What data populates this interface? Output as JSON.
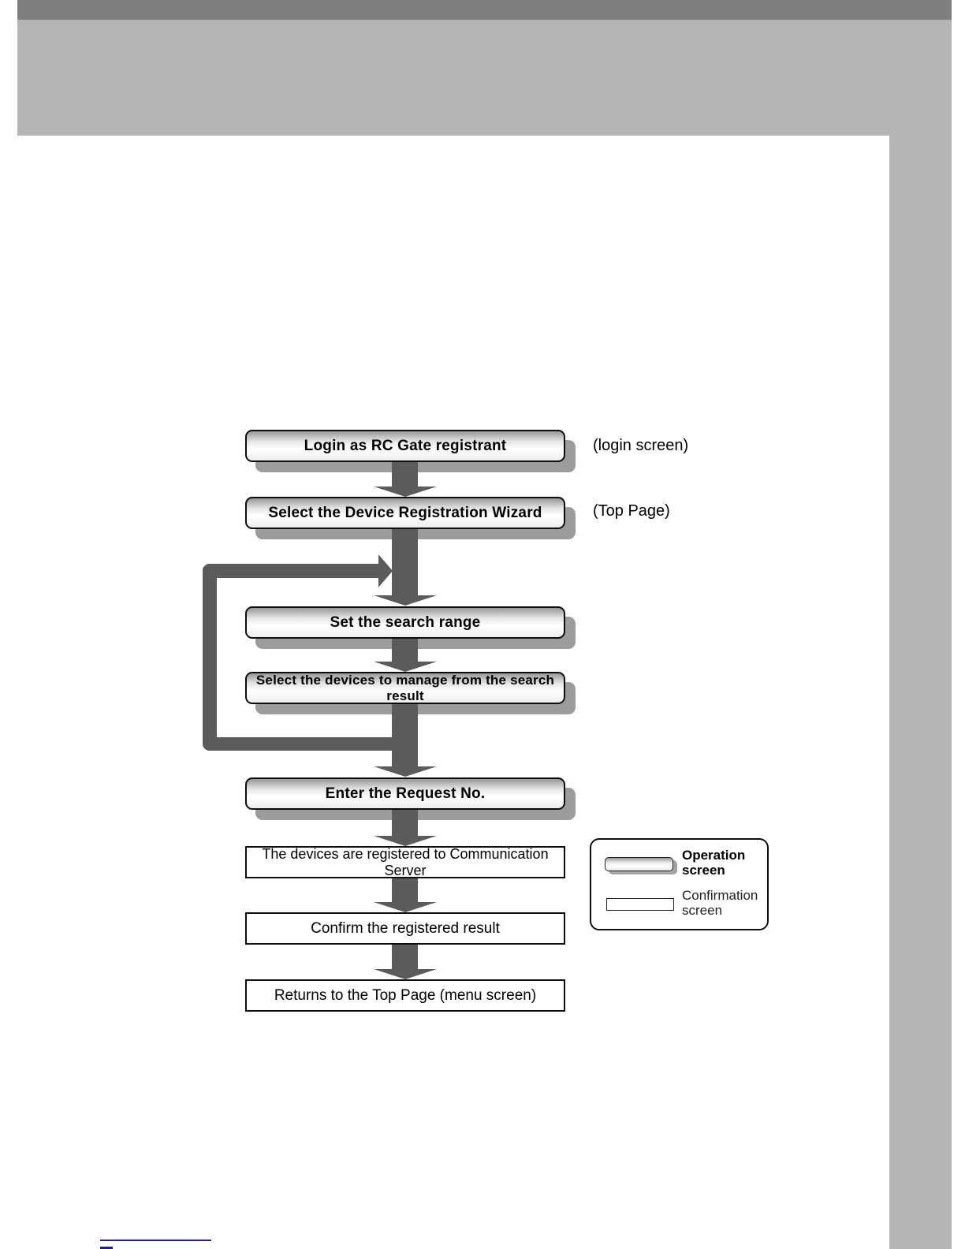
{
  "colors": {
    "top_bar": "#7e7e7e",
    "panel_gray": "#b4b4b4",
    "arrow_gray": "#5b5b5b",
    "box_shadow_gray": "#9c9c9c",
    "rule_blue": "#1f1f8f"
  },
  "flowchart": {
    "steps": [
      {
        "name": "login",
        "type": "operation",
        "label": "Login as RC Gate registrant",
        "annotation": "(login screen)"
      },
      {
        "name": "wizard",
        "type": "operation",
        "label": "Select the Device Registration Wizard",
        "annotation": "(Top Page)"
      },
      {
        "name": "search-range",
        "type": "operation",
        "label": "Set the search range"
      },
      {
        "name": "select-devices",
        "type": "operation",
        "label": "Select the devices to manage from the search result"
      },
      {
        "name": "request-no",
        "type": "operation",
        "label": "Enter the Request No."
      },
      {
        "name": "registered",
        "type": "confirmation",
        "label": "The devices are registered to Communication Server"
      },
      {
        "name": "confirm-result",
        "type": "confirmation",
        "label": "Confirm the registered result"
      },
      {
        "name": "return-top",
        "type": "confirmation",
        "label": "Returns to the Top Page (menu screen)"
      }
    ],
    "loop": {
      "description": "repeat from select-devices back to search-range"
    }
  },
  "legend": {
    "operation_label": "Operation screen",
    "confirmation_label": "Confirmation screen"
  }
}
